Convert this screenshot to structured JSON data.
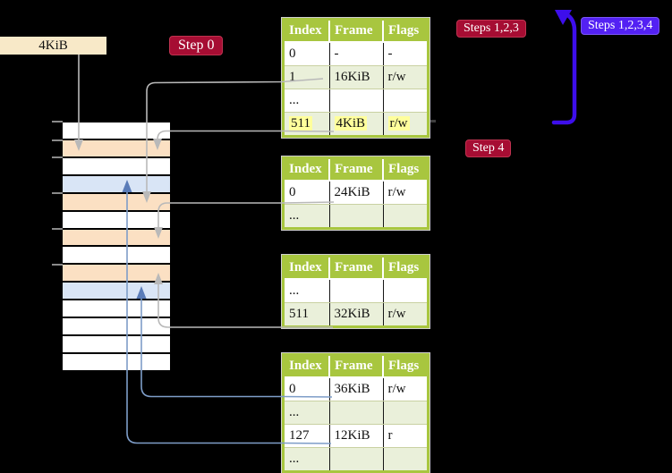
{
  "labels": {
    "page_size_box": "4KiB",
    "step0": "Step 0",
    "steps123": "Steps 1,2,3",
    "steps1234": "Steps 1,2,3,4",
    "step4": "Step 4"
  },
  "tables": [
    {
      "name": "page-table-1",
      "headers": [
        "Index",
        "Frame",
        "Flags"
      ],
      "rows": [
        {
          "cells": [
            "0",
            "-",
            "-"
          ]
        },
        {
          "cells": [
            "1",
            "16KiB",
            "r/w"
          ]
        },
        {
          "cells": [
            "...",
            "",
            ""
          ]
        },
        {
          "cells": [
            "511",
            "4KiB",
            "r/w"
          ],
          "highlighted": true
        }
      ]
    },
    {
      "name": "page-table-2",
      "headers": [
        "Index",
        "Frame",
        "Flags"
      ],
      "rows": [
        {
          "cells": [
            "0",
            "24KiB",
            "r/w"
          ]
        },
        {
          "cells": [
            "...",
            "",
            ""
          ]
        }
      ]
    },
    {
      "name": "page-table-3",
      "headers": [
        "Index",
        "Frame",
        "Flags"
      ],
      "rows": [
        {
          "cells": [
            "...",
            "",
            ""
          ]
        },
        {
          "cells": [
            "511",
            "32KiB",
            "r/w"
          ]
        }
      ]
    },
    {
      "name": "page-table-4",
      "headers": [
        "Index",
        "Frame",
        "Flags"
      ],
      "rows": [
        {
          "cells": [
            "0",
            "36KiB",
            "r/w"
          ]
        },
        {
          "cells": [
            "...",
            "",
            ""
          ]
        },
        {
          "cells": [
            "127",
            "12KiB",
            "r"
          ]
        },
        {
          "cells": [
            "...",
            "",
            ""
          ]
        }
      ]
    }
  ],
  "memory_map": {
    "rows": [
      "white",
      "peach",
      "white",
      "blue",
      "peach",
      "white",
      "peach",
      "white",
      "peach",
      "blue",
      "white",
      "white",
      "white",
      "white"
    ]
  },
  "palette": {
    "table_header_green": "#A8C63F",
    "table_row_green": "#EAF0DA",
    "row_divider_olive": "#C9D1A2",
    "highlight_yellow": "#FFFF9C",
    "memory_peach": "#FBE0C3",
    "memory_blue": "#D9E5F6",
    "step_label_red": "#A60D33",
    "steps_label_blue": "#5321F3",
    "big_arrow_blue": "#3D0EEB",
    "connector_gray": "#B9B9B9",
    "connector_steelblue": "#7E9DC8",
    "pagesize_box_tan": "#F8E9C8"
  }
}
